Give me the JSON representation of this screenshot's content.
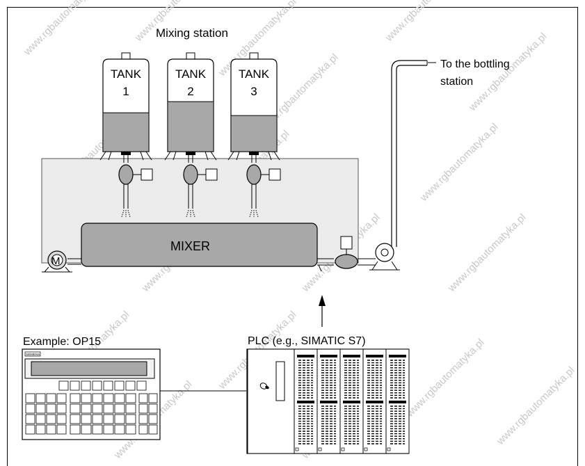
{
  "title": "Mixing station",
  "tanks": [
    {
      "label": "TANK",
      "number": "1",
      "fill_level": 0.42
    },
    {
      "label": "TANK",
      "number": "2",
      "fill_level": 0.54
    },
    {
      "label": "TANK",
      "number": "3",
      "fill_level": 0.39
    }
  ],
  "mixer_label": "MIXER",
  "destination": {
    "line1": "To the bottling",
    "line2": "station"
  },
  "operator_panel": {
    "caption": "Example: OP15",
    "brand": "SIEMENS"
  },
  "plc": {
    "caption": "PLC (e.g., SIMATIC S7)"
  },
  "watermark": "www.rgbautomatyka.pl",
  "colors": {
    "liquid": "#a8a8a8",
    "backdrop": "#ebebeb",
    "mixer": "#a8a8a8",
    "line": "#000000",
    "watermark": "#c8c8c8"
  }
}
